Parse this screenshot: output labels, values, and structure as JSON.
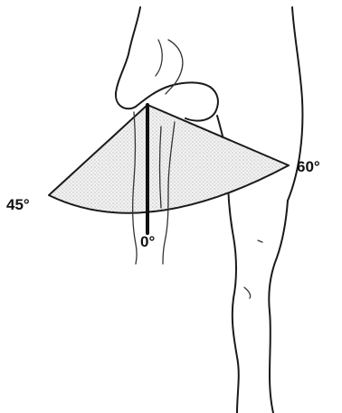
{
  "diagram": {
    "labels": {
      "left_angle": "45°",
      "center_angle": "0°",
      "right_angle": "60°"
    }
  }
}
